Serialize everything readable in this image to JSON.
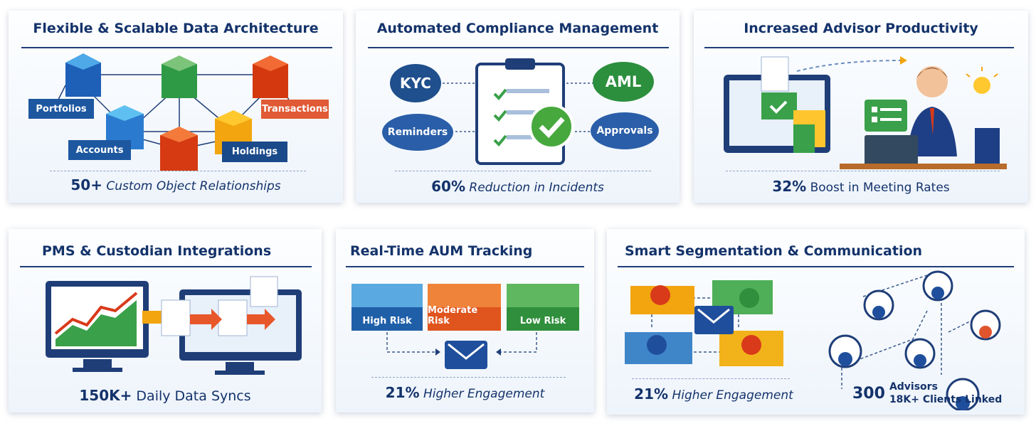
{
  "cards": [
    {
      "title": "Flexible & Scalable Data Architecture",
      "labels": [
        "Portfolios",
        "Accounts",
        "Transactions",
        "Holdings"
      ],
      "stat_num": "50+",
      "stat_text": "Custom Object Relationships"
    },
    {
      "title": "Automated Compliance Management",
      "labels": [
        "KYC",
        "AML",
        "Reminders",
        "Approvals"
      ],
      "stat_num": "60%",
      "stat_text": "Reduction in Incidents"
    },
    {
      "title": "Increased Advisor Productivity",
      "stat_num": "32%",
      "stat_text": "Boost in Meeting Rates"
    },
    {
      "title": "PMS & Custodian Integrations",
      "stat_num": "150K+",
      "stat_text": "Daily Data Syncs"
    },
    {
      "title": "Real-Time AUM Tracking",
      "labels": [
        "High Risk",
        "Moderate Risk",
        "Low Risk"
      ],
      "stat_num": "21%",
      "stat_text": "Higher Engagement"
    },
    {
      "title": "Smart Segmentation & Communication",
      "stat_num": "21%",
      "stat_text": "Higher Engagement",
      "stat2_num": "300",
      "stat2_line1": "Advisors",
      "stat2_line2": "18K+ Clients Linked"
    }
  ]
}
